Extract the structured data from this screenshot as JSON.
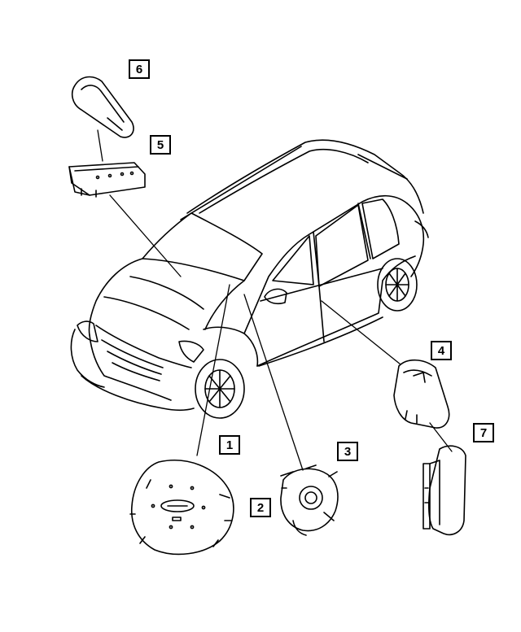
{
  "diagram": {
    "callouts": [
      {
        "id": "1",
        "label": "1"
      },
      {
        "id": "2",
        "label": "2"
      },
      {
        "id": "3",
        "label": "3"
      },
      {
        "id": "4",
        "label": "4"
      },
      {
        "id": "5",
        "label": "5"
      },
      {
        "id": "6",
        "label": "6"
      },
      {
        "id": "7",
        "label": "7"
      }
    ],
    "colors": {
      "stroke": "#000000",
      "background": "#ffffff"
    },
    "icons": [
      "vehicle-drawing",
      "steering-wheel-airbag-icon",
      "clockspring-icon",
      "side-curtain-airbag-icon",
      "passenger-airbag-icon",
      "knee-blocker-icon",
      "seat-airbag-icon"
    ]
  }
}
